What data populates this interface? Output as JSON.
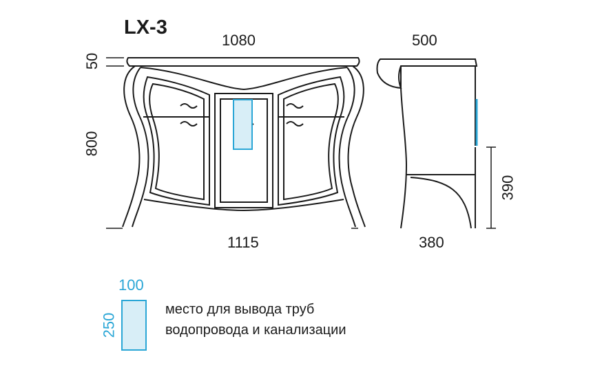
{
  "diagram": {
    "model": "LX-3",
    "front_view": {
      "top_width": "1080",
      "bottom_width": "1115",
      "top_thickness": "50",
      "height": "800"
    },
    "side_view": {
      "top_depth": "500",
      "bottom_depth": "380",
      "plinth_height": "390"
    },
    "legend": {
      "width": "100",
      "height": "250",
      "line1": "место для вывода труб",
      "line2": "водопровода и канализации"
    }
  },
  "colors": {
    "outline": "#1a1a1a",
    "accent": "#2aa6d6",
    "accent_fill": "#d8eef7"
  }
}
